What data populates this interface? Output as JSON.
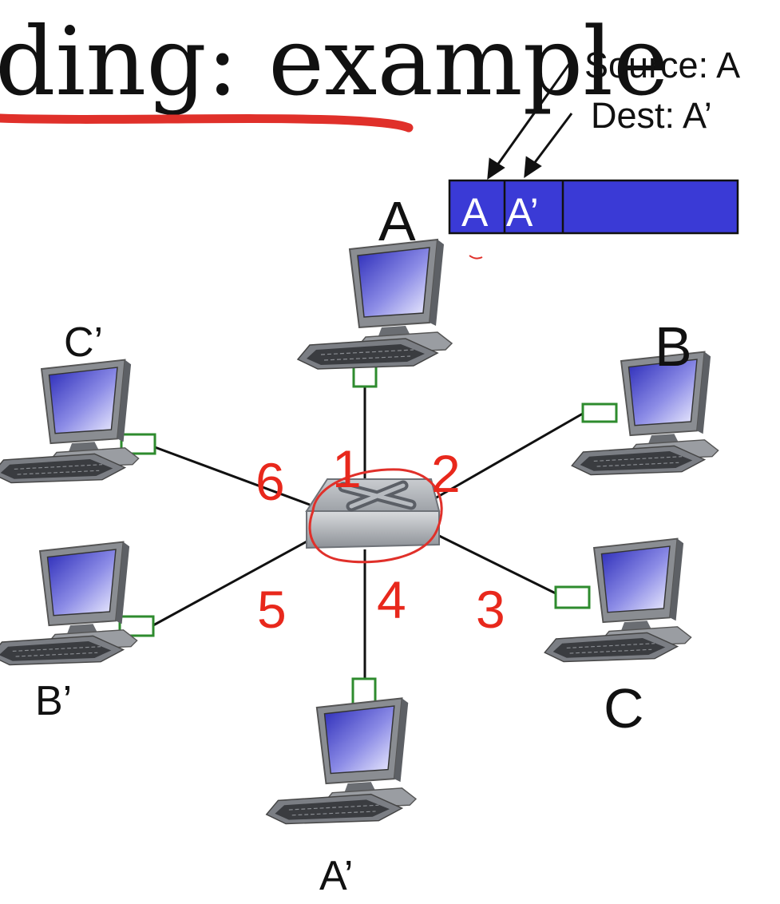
{
  "title": "ding: example",
  "annotation": {
    "source": "Source: A",
    "dest": "Dest: A’"
  },
  "frame": {
    "fields": [
      "A",
      "A’"
    ],
    "color": "#3a3ad6"
  },
  "hosts": {
    "A": "A",
    "B": "B",
    "C": "C",
    "A_prime": "A’",
    "B_prime": "B’",
    "C_prime": "C’"
  },
  "ports": [
    "1",
    "2",
    "3",
    "4",
    "5",
    "6"
  ],
  "colors": {
    "annotation_red": "#e8281c",
    "nic_green": "#2e8b2e",
    "screen_blue": "#3b3bd0"
  }
}
